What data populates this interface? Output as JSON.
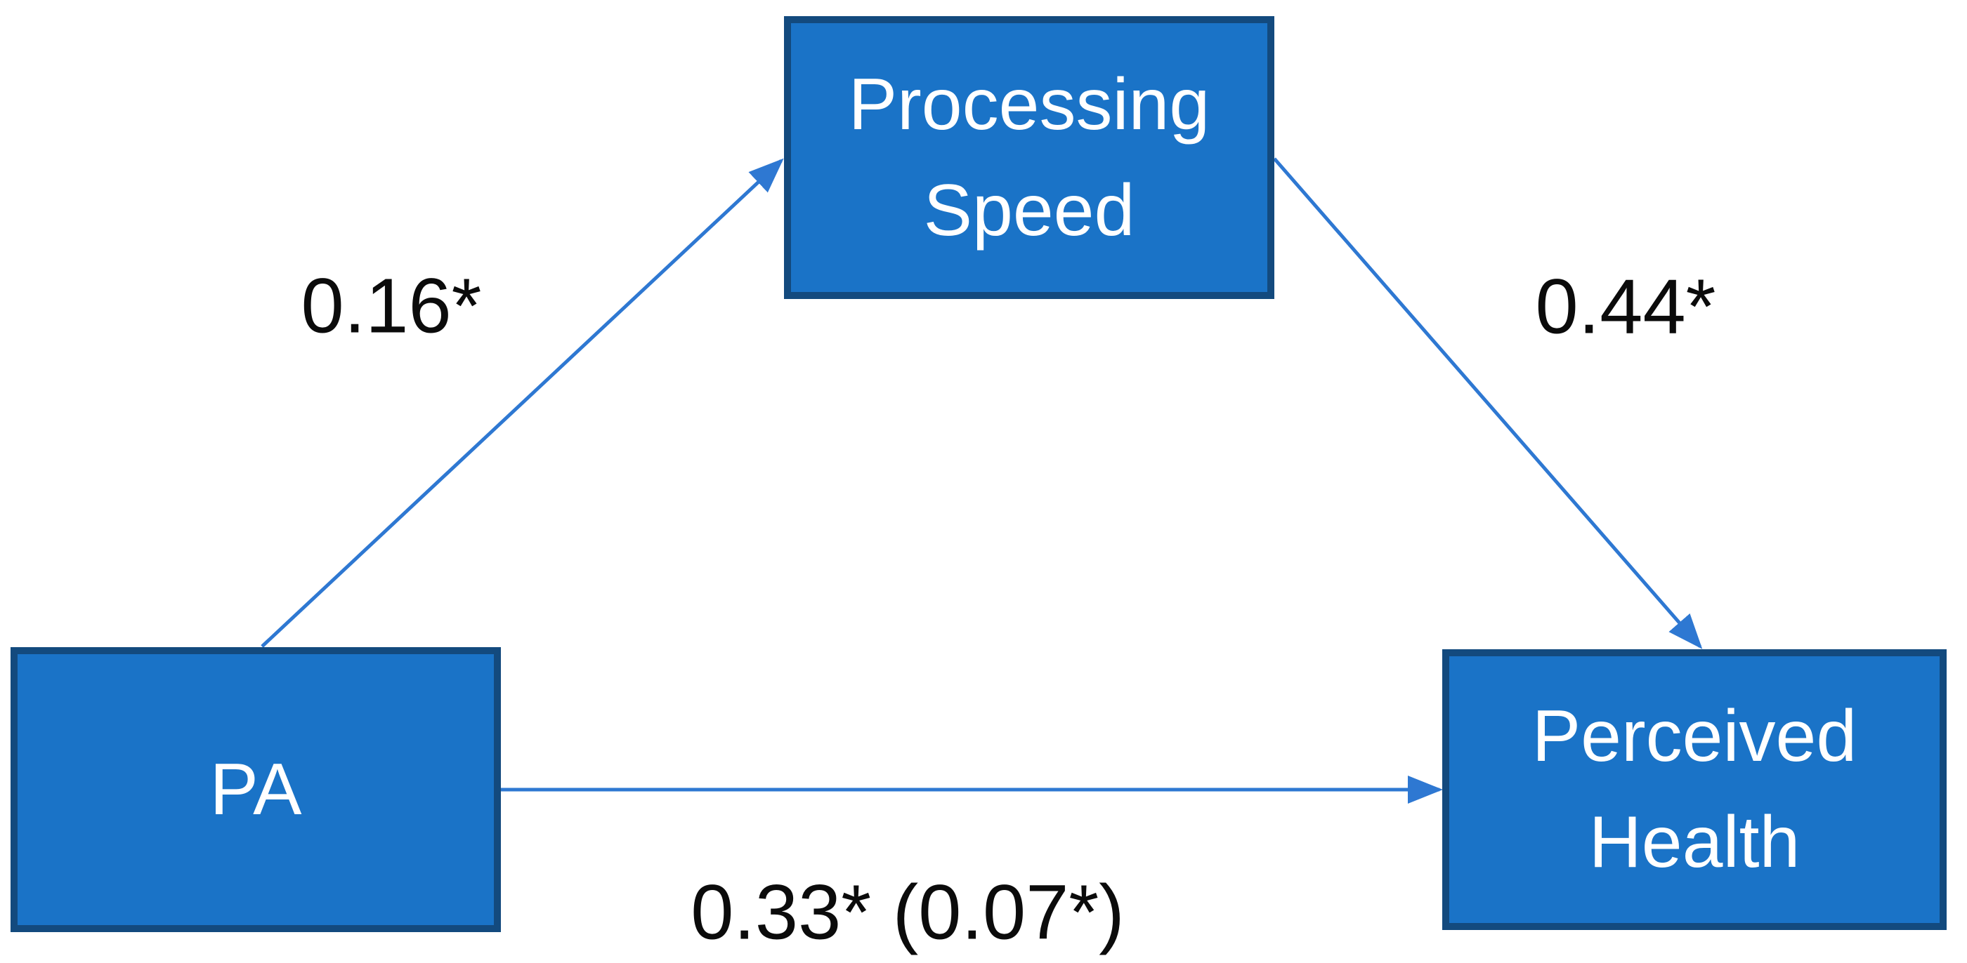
{
  "diagram": {
    "type": "path-model",
    "nodes": [
      {
        "id": "pa",
        "label": "PA"
      },
      {
        "id": "processing-speed",
        "label": "Processing Speed"
      },
      {
        "id": "perceived-health",
        "label": "Perceived Health"
      }
    ],
    "edges": [
      {
        "id": "pa-to-processing-speed",
        "from": "PA",
        "to": "Processing Speed",
        "label": "0.16*"
      },
      {
        "id": "processing-speed-to-perceived-health",
        "from": "Processing Speed",
        "to": "Perceived Health",
        "label": "0.44*"
      },
      {
        "id": "pa-to-perceived-health",
        "from": "PA",
        "to": "Perceived Health",
        "label": "0.33* (0.07*)"
      }
    ],
    "colors": {
      "background": "#FFFFFF",
      "node_fill": "#1A73C7",
      "node_border": "#134A7E",
      "node_text": "#FFFFFF",
      "arrow": "#2E78D2",
      "edge_label_text": "#0B0B0B"
    }
  }
}
